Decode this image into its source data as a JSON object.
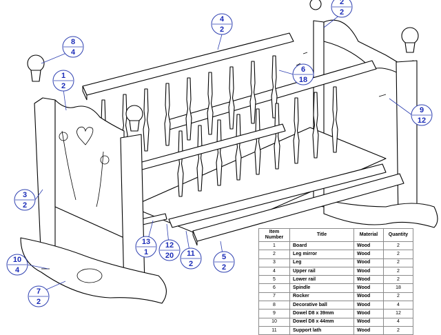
{
  "callouts": {
    "c1": {
      "item": "1",
      "qty": "2"
    },
    "c2": {
      "item": "2",
      "qty": "2"
    },
    "c3": {
      "item": "3",
      "qty": "2"
    },
    "c4": {
      "item": "4",
      "qty": "2"
    },
    "c5": {
      "item": "5",
      "qty": "2"
    },
    "c6": {
      "item": "6",
      "qty": "18"
    },
    "c7": {
      "item": "7",
      "qty": "2"
    },
    "c8": {
      "item": "8",
      "qty": "4"
    },
    "c9": {
      "item": "9",
      "qty": "12"
    },
    "c10": {
      "item": "10",
      "qty": "4"
    },
    "c11": {
      "item": "11",
      "qty": "2"
    },
    "c12": {
      "item": "12",
      "qty": "20"
    },
    "c13": {
      "item": "13",
      "qty": "1"
    }
  },
  "table": {
    "headers": {
      "item": "Item\nNumber",
      "title": "Title",
      "material": "Material",
      "quantity": "Quantity"
    },
    "rows": [
      {
        "item": "1",
        "title": "Board",
        "material": "Wood",
        "quantity": "2"
      },
      {
        "item": "2",
        "title": "Leg mirror",
        "material": "Wood",
        "quantity": "2"
      },
      {
        "item": "3",
        "title": "Leg",
        "material": "Wood",
        "quantity": "2"
      },
      {
        "item": "4",
        "title": "Upper rail",
        "material": "Wood",
        "quantity": "2"
      },
      {
        "item": "5",
        "title": "Lower rail",
        "material": "Wood",
        "quantity": "2"
      },
      {
        "item": "6",
        "title": "Spindle",
        "material": "Wood",
        "quantity": "18"
      },
      {
        "item": "7",
        "title": "Rocker",
        "material": "Wood",
        "quantity": "2"
      },
      {
        "item": "8",
        "title": "Decorative ball",
        "material": "Wood",
        "quantity": "4"
      },
      {
        "item": "9",
        "title": "Dowel D8 x 39mm",
        "material": "Wood",
        "quantity": "12"
      },
      {
        "item": "10",
        "title": "Dowel D8 x 44mm",
        "material": "Wood",
        "quantity": "4"
      },
      {
        "item": "11",
        "title": "Support lath",
        "material": "Wood",
        "quantity": "2"
      }
    ]
  },
  "colors": {
    "callout": "#1a2bb8",
    "line": "#000000"
  }
}
